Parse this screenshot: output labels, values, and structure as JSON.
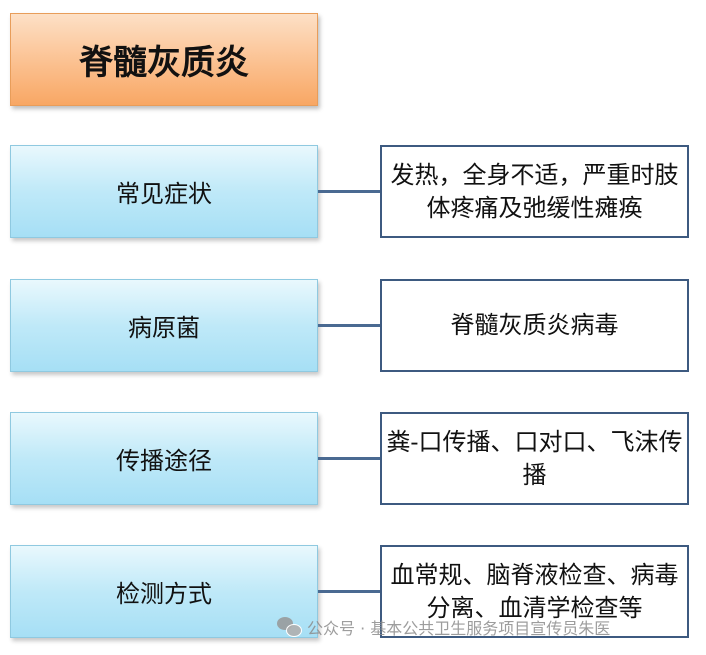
{
  "title": "脊髓灰质炎",
  "rows": [
    {
      "category": "常见症状",
      "description": "发热，全身不适，严重时肢体疼痛及弛缓性瘫痪"
    },
    {
      "category": "病原菌",
      "description": "脊髓灰质炎病毒"
    },
    {
      "category": "传播途径",
      "description": "粪-口传播、口对口、飞沫传播"
    },
    {
      "category": "检测方式",
      "description": "血常规、脑脊液检查、病毒分离、血清学检查等"
    }
  ],
  "watermark": "公众号 · 基本公共卫生服务项目宣传员朱医",
  "colors": {
    "title_fill": "#fbc08f",
    "category_fill": "#bfe9f8",
    "border_accent": "#3d5a80"
  }
}
